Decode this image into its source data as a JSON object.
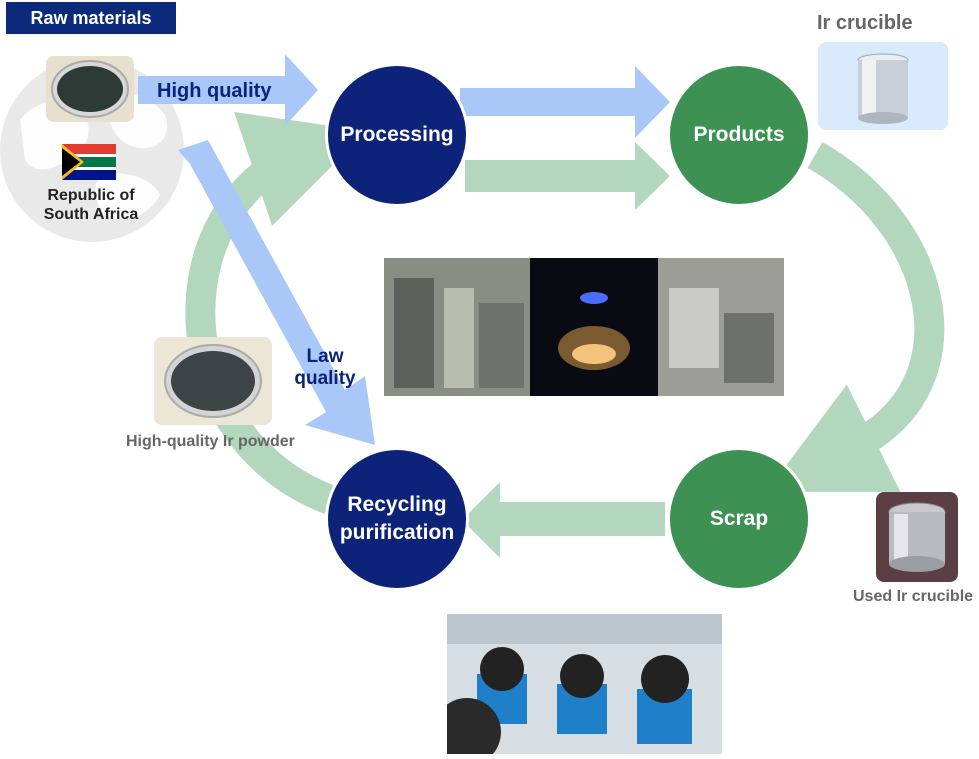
{
  "header": {
    "raw_materials": "Raw materials"
  },
  "nodes": {
    "processing": "Processing",
    "products": "Products",
    "scrap": "Scrap",
    "recycling_line1": "Recycling",
    "recycling_line2": "purification"
  },
  "labels": {
    "high_quality": "High quality",
    "law_line1": "Law",
    "law_line2": "quality",
    "country_line1": "Republic of",
    "country_line2": "South Africa",
    "ir_crucible": "Ir crucible",
    "used_ir_crucible": "Used Ir crucible",
    "ir_powder": "High-quality Ir powder"
  },
  "colors": {
    "blue_node": "#0d237a",
    "green_node": "#3c9153",
    "blue_arrow": "#a9c8f7",
    "green_arrow": "#b2d7bc"
  },
  "icons": [
    "globe-icon",
    "south-africa-flag-icon"
  ]
}
